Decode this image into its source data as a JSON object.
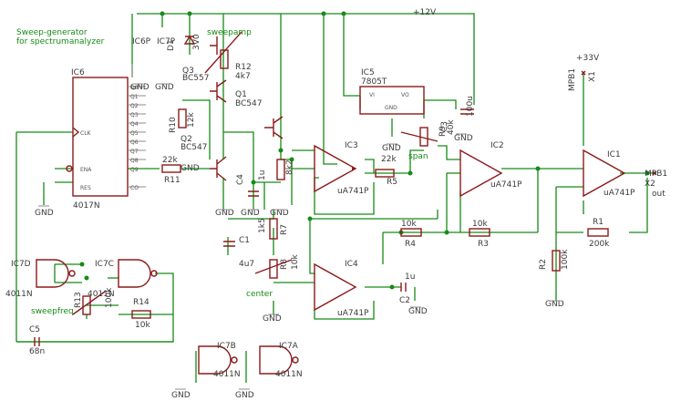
{
  "title": {
    "line1": "Sweep-generator",
    "line2": "for spectrumanalyzer"
  },
  "labels": {
    "rail12": "+12V",
    "rail33": "+33V",
    "mpb1": "MPB1",
    "x1": "X1",
    "x2": "X2",
    "out": "out",
    "gnd": "GND",
    "sweepamp": "sweepamp",
    "span": "span",
    "center": "center",
    "sweepfreq": "sweepfreq"
  },
  "parts": {
    "ic6": "IC6",
    "ic6_type": "4017N",
    "ic6p": "IC6P",
    "ic7p": "IC7P",
    "q3": "Q3",
    "q3_type": "BC557",
    "d1": "D1",
    "d1_value": "3V0",
    "r12": "R12",
    "r12_value": "4k7",
    "q1": "Q1",
    "q1_type": "BC547",
    "r10": "R10",
    "r10_value": "12k",
    "q2": "Q2",
    "q2_type": "BC547",
    "r11": "R11",
    "r11_value": "22k",
    "c4": "C4",
    "c4_value": "1u",
    "r6_value": "8k2",
    "ic3": "IC3",
    "ic3_type": "uA741P",
    "ic5": "IC5",
    "ic5_type": "7805T",
    "c3": "C3",
    "c3_value": "100u",
    "r9": "R9",
    "r9_value": "40k",
    "r5": "R5",
    "r5_value": "22k",
    "ic2": "IC2",
    "ic2_type": "uA741P",
    "ic1": "IC1",
    "ic1_type": "uA741P",
    "r4": "R4",
    "r4_value": "10k",
    "r3": "R3",
    "r3_value": "10k",
    "r1": "R1",
    "r1_value": "200k",
    "r2": "R2",
    "r2_value": "100k",
    "r7": "R7",
    "r7_value": "1k5",
    "c1": "C1",
    "c1_value": "4u7",
    "r8": "R8",
    "r8_value": "10k",
    "ic4": "IC4",
    "ic4_type": "uA741P",
    "c2": "C2",
    "c2_value": "1u",
    "ic7d": "IC7D",
    "ic7d_type": "4011N",
    "ic7c": "IC7C",
    "ic7c_type": "4011N",
    "r13": "R13",
    "r13_value": "100k",
    "r14": "R14",
    "r14_value": "10k",
    "c5": "C5",
    "c5_value": "68n",
    "ic7b": "IC7B",
    "ic7b_type": "4011N",
    "ic7a": "IC7A",
    "ic7a_type": "4011N"
  },
  "ic6_pins": {
    "q0": "Q0",
    "q1": "Q1",
    "q2": "Q2",
    "q3": "Q3",
    "q4": "Q4",
    "q5": "Q5",
    "q6": "Q6",
    "q7": "Q7",
    "q8": "Q8",
    "q9": "Q9",
    "co": "CO",
    "clk": "CLK",
    "ena": "ENA",
    "res": "RES"
  },
  "ic5_pins": {
    "vi": "VI",
    "vo": "VO",
    "gnd": "GND"
  },
  "colors": {
    "wire": "#178a17",
    "component": "#8b1a1a",
    "text": "#3a3a3a",
    "background": "#ffffff"
  }
}
